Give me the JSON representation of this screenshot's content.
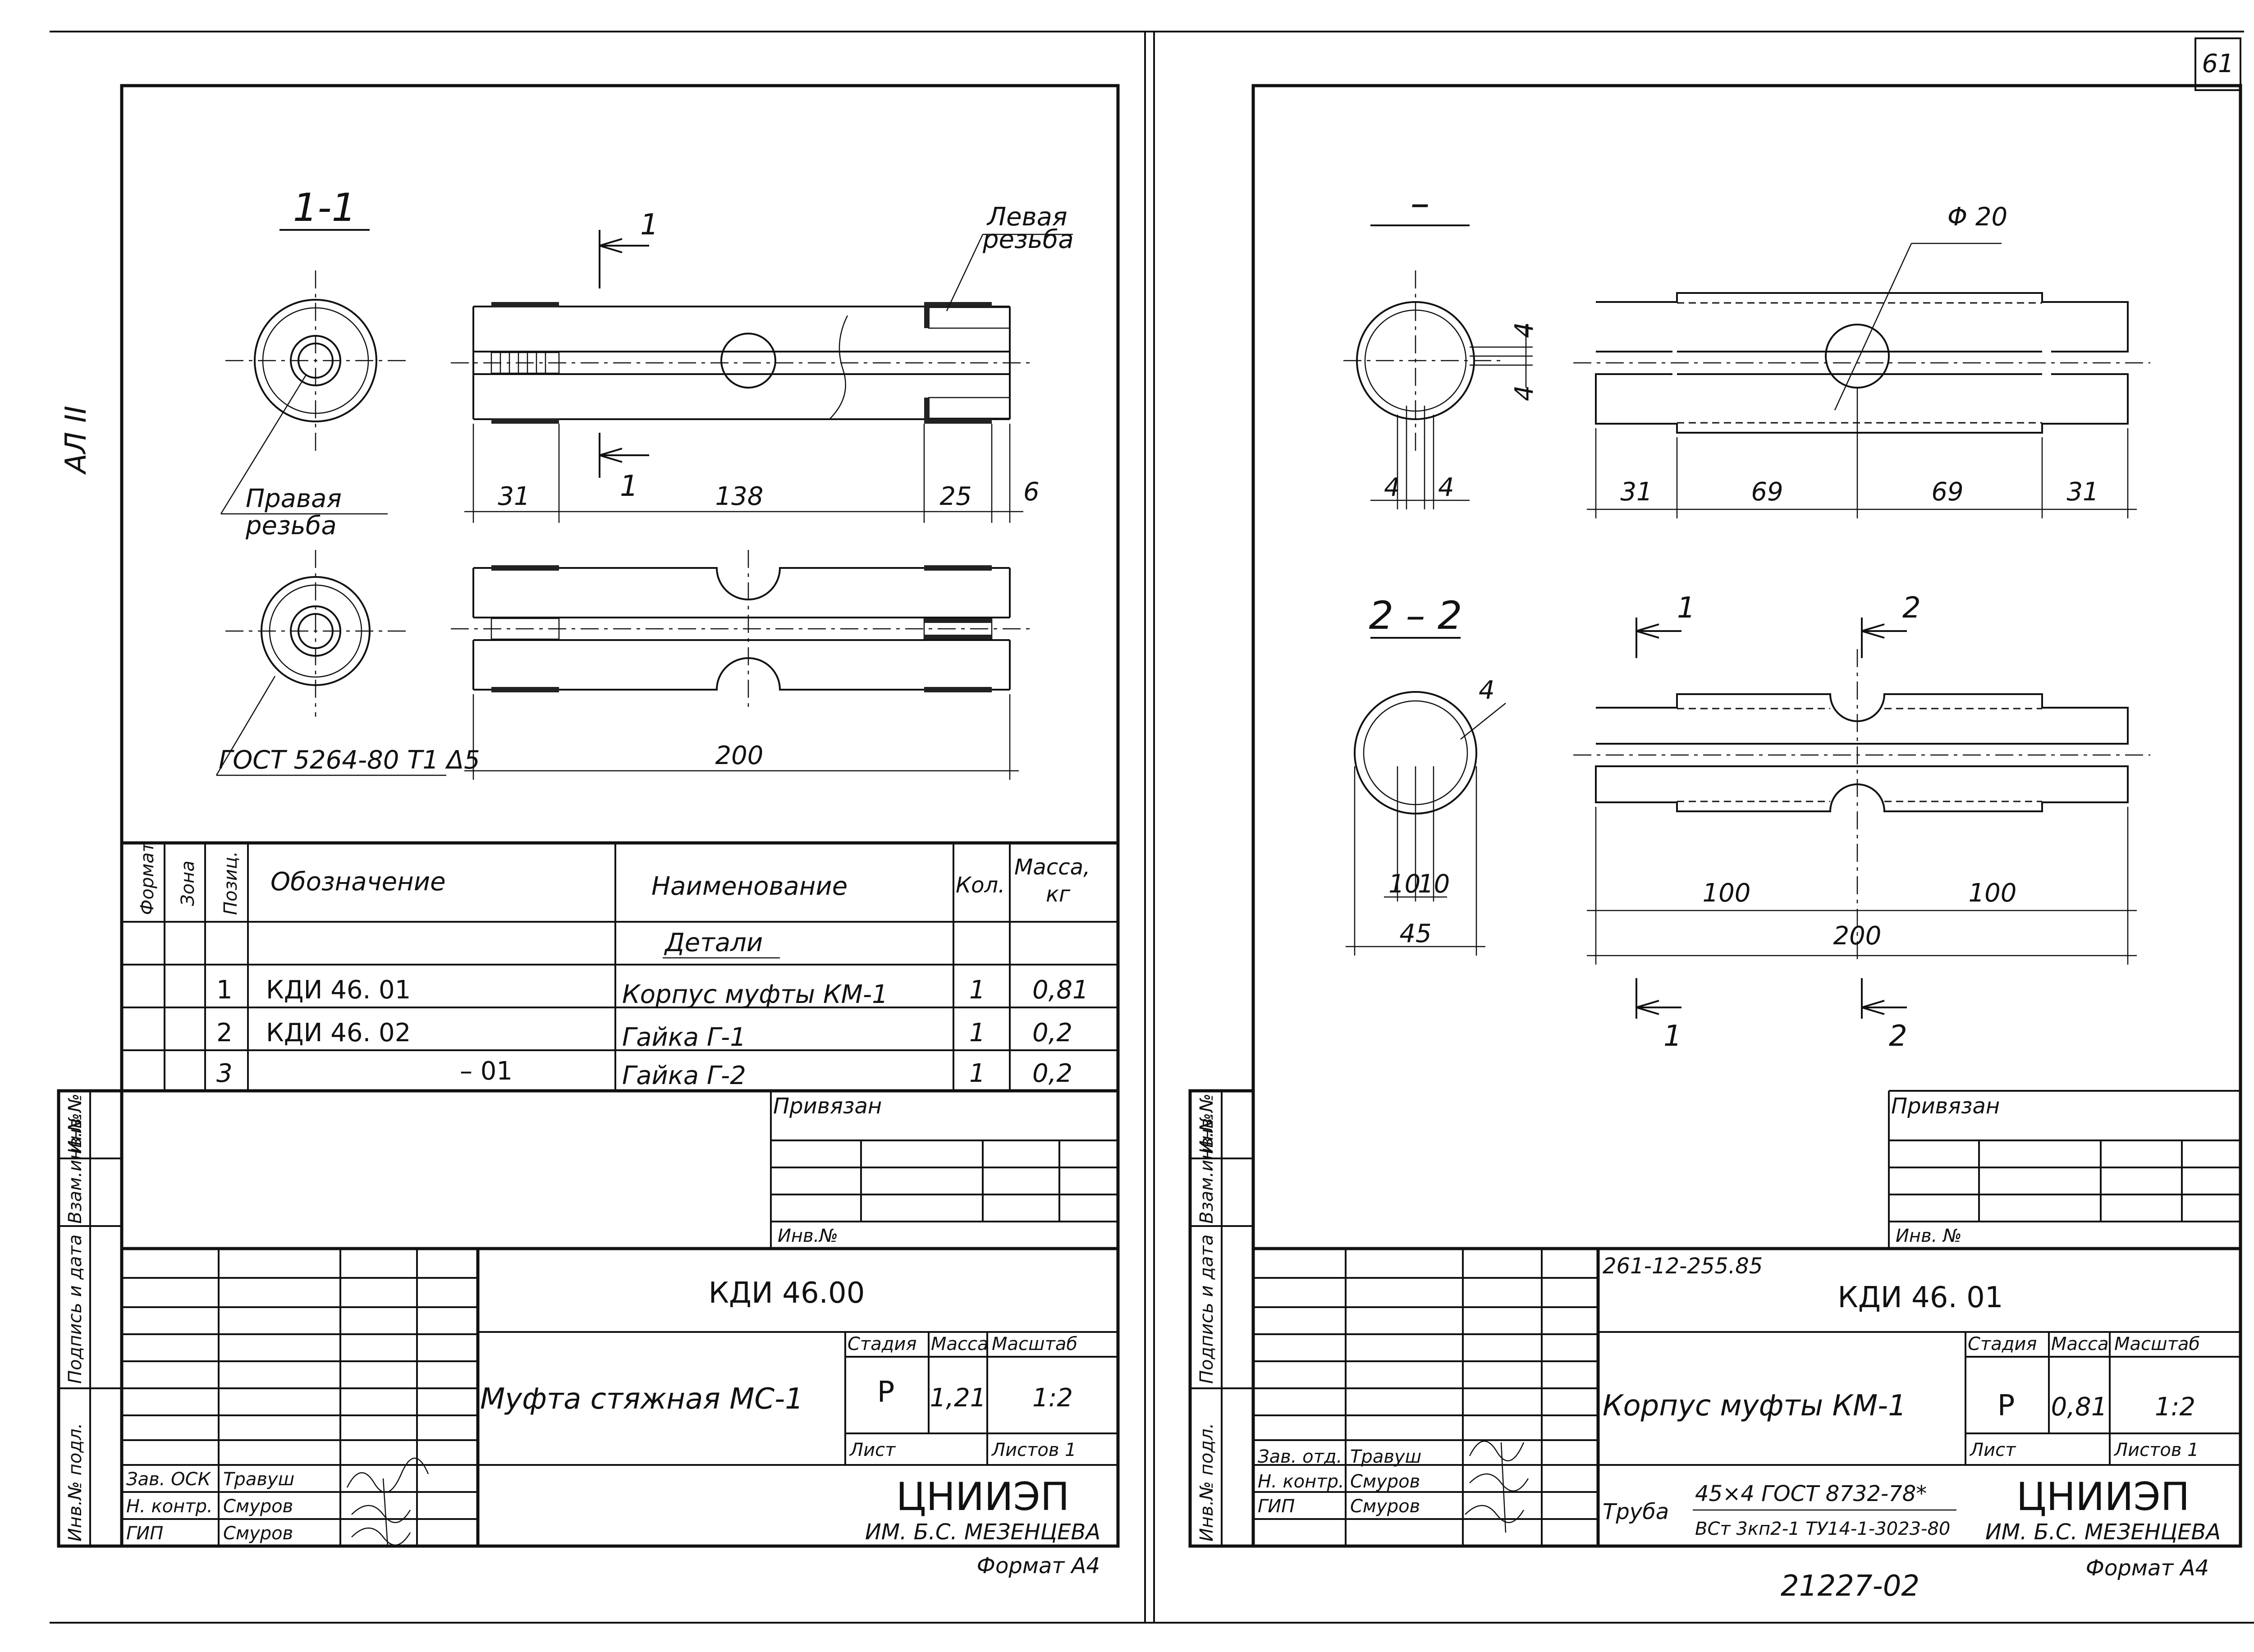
{
  "page_number": "61",
  "left": {
    "side_mark": "АЛ II",
    "section_title": "1-1",
    "labels": {
      "right_thread_1": "Правая",
      "right_thread_2": "резьба",
      "left_thread_1": "Левая",
      "left_thread_2": "резьба",
      "cut_1_top": "1",
      "cut_1_bottom": "1",
      "weld_standard": "ГОСТ 5264-80 Т1 Δ5"
    },
    "dims": {
      "d31": "31",
      "d138": "138",
      "d25": "25",
      "d6": "6",
      "d200": "200"
    },
    "spec": {
      "headers": {
        "format": "Формат",
        "zone": "Зона",
        "position": "Позиц.",
        "designation": "Обозначение",
        "name": "Наименование",
        "qty": "Кол.",
        "mass_1": "Масса,",
        "mass_2": "кг"
      },
      "group": "Детали",
      "rows": [
        {
          "pos": "1",
          "designation": "КДИ 46. 01",
          "name": "Корпус муфты КМ-1",
          "qty": "1",
          "mass": "0,81"
        },
        {
          "pos": "2",
          "designation": "КДИ 46. 02",
          "name": "Гайка Г-1",
          "qty": "1",
          "mass": "0,2"
        },
        {
          "pos": "3",
          "designation": "– 01",
          "name": "Гайка Г-2",
          "qty": "1",
          "mass": "0,2"
        }
      ]
    },
    "binding": {
      "label": "Привязан",
      "inv_label": "Инв.№"
    },
    "strip": {
      "inv_no": "Инв.№",
      "replace_inv": "Взам.инв.№",
      "sign_date": "Подпись и дата",
      "orig_inv": "Инв.№ подл."
    },
    "title_block": {
      "doc_code": "КДИ 46.00",
      "part_name": "Муфта стяжная МС-1",
      "stage_label": "Стадия",
      "mass_label": "Масса",
      "scale_label": "Масштаб",
      "stage": "Р",
      "mass": "1,21",
      "scale": "1:2",
      "sheet_label": "Лист",
      "sheets_label": "Листов 1",
      "org": "ЦНИИЭП",
      "org_sub": "ИМ. Б.С. МЕЗЕНЦЕВА",
      "roles": [
        {
          "role": "Зав. ОСК",
          "name": "Травуш"
        },
        {
          "role": "Н. контр.",
          "name": "Смуров"
        },
        {
          "role": "ГИП",
          "name": "Смуров"
        }
      ]
    },
    "format_label": "Формат А4"
  },
  "right": {
    "view_title": "–",
    "section_title": "2 – 2",
    "labels": {
      "hole_diameter": "Φ 20",
      "cut_1": "1",
      "cut_2": "2"
    },
    "dims": {
      "d4": "4",
      "d31": "31",
      "d69": "69",
      "d10": "10",
      "d45": "45",
      "d100": "100",
      "d200": "200"
    },
    "binding": {
      "label": "Привязан",
      "inv_label": "Инв. №"
    },
    "strip": {
      "inv_no": "Инв.№",
      "replace_inv": "Взам.инв.№",
      "sign_date": "Подпись и дата",
      "orig_inv": "Инв.№ подл."
    },
    "title_block": {
      "project_code": "261-12-255.85",
      "doc_code": "КДИ 46. 01",
      "part_name": "Корпус муфты КМ-1",
      "stage_label": "Стадия",
      "mass_label": "Масса",
      "scale_label": "Масштаб",
      "stage": "Р",
      "mass": "0,81",
      "scale": "1:2",
      "sheet_label": "Лист",
      "sheets_label": "Листов 1",
      "org": "ЦНИИЭП",
      "org_sub": "ИМ. Б.С. МЕЗЕНЦЕВА",
      "material_label": "Труба",
      "material_1": "45×4 ГОСТ 8732-78*",
      "material_2": "ВСт 3кп2-1 ТУ14-1-3023-80",
      "roles": [
        {
          "role": "Зав. отд.",
          "name": "Травуш"
        },
        {
          "role": "Н. контр.",
          "name": "Смуров"
        },
        {
          "role": "ГИП",
          "name": "Смуров"
        }
      ]
    },
    "album_number": "21227-02",
    "format_label": "Формат А4"
  }
}
